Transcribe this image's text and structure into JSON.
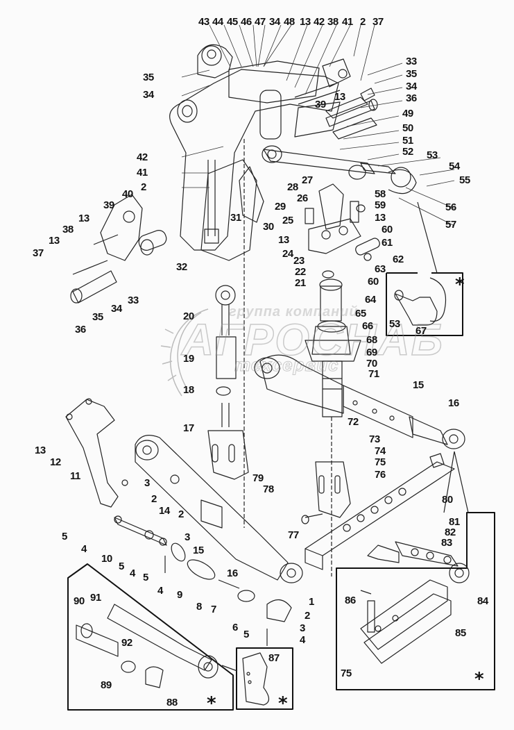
{
  "diagram": {
    "type": "exploded-parts-view",
    "subject": "tractor three-point hitch / rear linkage assembly",
    "watermark": {
      "line1": "группа компаний",
      "line2": "АГРОСНАБ",
      "line3": "техсервис"
    },
    "inset_marker": "*",
    "labels": {
      "top_row": [
        "43",
        "44",
        "45",
        "46",
        "47",
        "34",
        "48",
        "13",
        "42",
        "38",
        "41",
        "2",
        "37"
      ],
      "right_upper": [
        "33",
        "35",
        "34",
        "36",
        "49",
        "50",
        "51",
        "52",
        "53",
        "54",
        "55",
        "56",
        "57"
      ],
      "center_upper": [
        "39",
        "13",
        "58",
        "59",
        "13",
        "60",
        "61",
        "62",
        "63",
        "28",
        "27",
        "26",
        "25",
        "13",
        "24",
        "23",
        "22",
        "21",
        "60",
        "64",
        "65",
        "66",
        "68",
        "69",
        "70",
        "71"
      ],
      "left_upper": [
        "35",
        "34",
        "42",
        "41",
        "2",
        "40",
        "39",
        "13",
        "38",
        "13",
        "37",
        "32",
        "33",
        "34",
        "35",
        "36",
        "31",
        "30",
        "29"
      ],
      "inset_top_right": [
        "53",
        "67"
      ],
      "center_mid": [
        "20",
        "19",
        "18",
        "17",
        "15",
        "16",
        "72",
        "73",
        "74",
        "75",
        "76",
        "77",
        "80"
      ],
      "left_lower": [
        "13",
        "12",
        "11",
        "3",
        "2",
        "14",
        "2",
        "5",
        "4",
        "10",
        "5",
        "4",
        "5",
        "4",
        "3",
        "9",
        "8",
        "7",
        "15",
        "16",
        "79",
        "78",
        "1",
        "2",
        "3",
        "6",
        "5",
        "4"
      ],
      "inset_bottom_left": [
        "90",
        "91",
        "92",
        "89",
        "88"
      ],
      "inset_bottom_hook": [
        "87"
      ],
      "inset_bottom_right": [
        "81",
        "82",
        "83",
        "84",
        "86",
        "85",
        "75"
      ]
    }
  }
}
